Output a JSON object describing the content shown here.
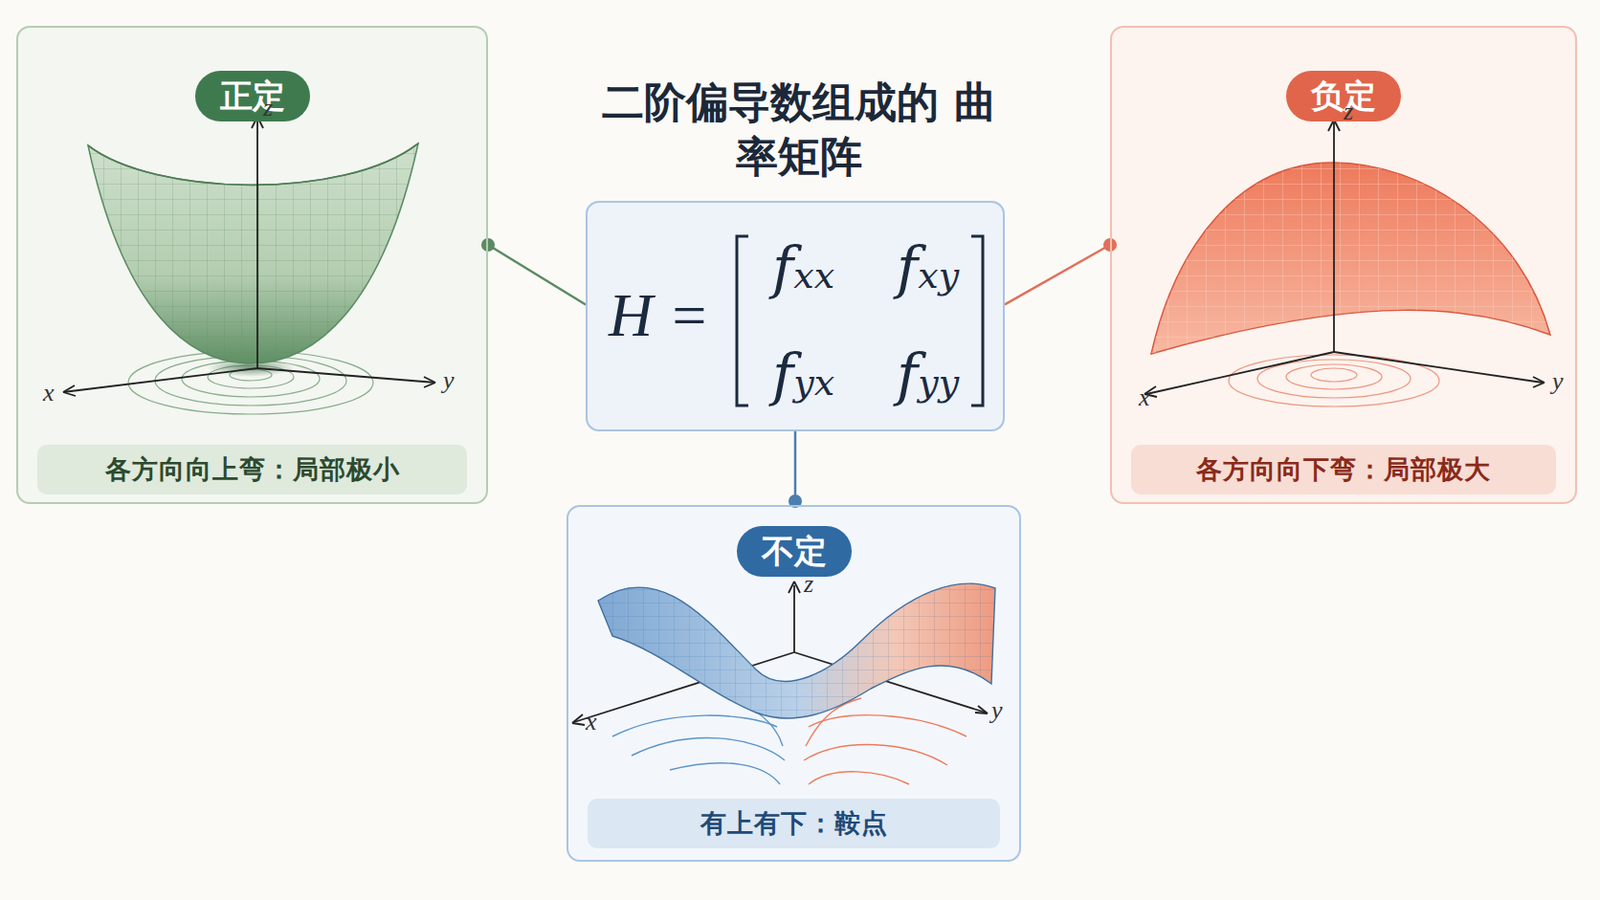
{
  "diagram": {
    "title": "二阶偏导数组成的 曲率矩阵",
    "nodes": [
      {
        "text": [
          "正定",
          "各方向向上弯：局部极小"
        ]
      },
      {
        "text": [
          "H =",
          "fxx",
          "fxy",
          "fyx",
          "fyy"
        ]
      },
      {
        "text": [
          "负定",
          "各方向向下弯：局部极大"
        ]
      },
      {
        "text": [
          "不定",
          "有上有下：鞍点"
        ]
      }
    ],
    "edges": [
      {
        "from": 1,
        "to": 0,
        "arrow": "none"
      },
      {
        "from": 1,
        "to": 2,
        "arrow": "none"
      },
      {
        "from": 1,
        "to": 3,
        "arrow": "none"
      }
    ],
    "labels": [
      "z",
      "x",
      "y",
      "z",
      "x",
      "y",
      "z",
      "x",
      "y"
    ]
  }
}
